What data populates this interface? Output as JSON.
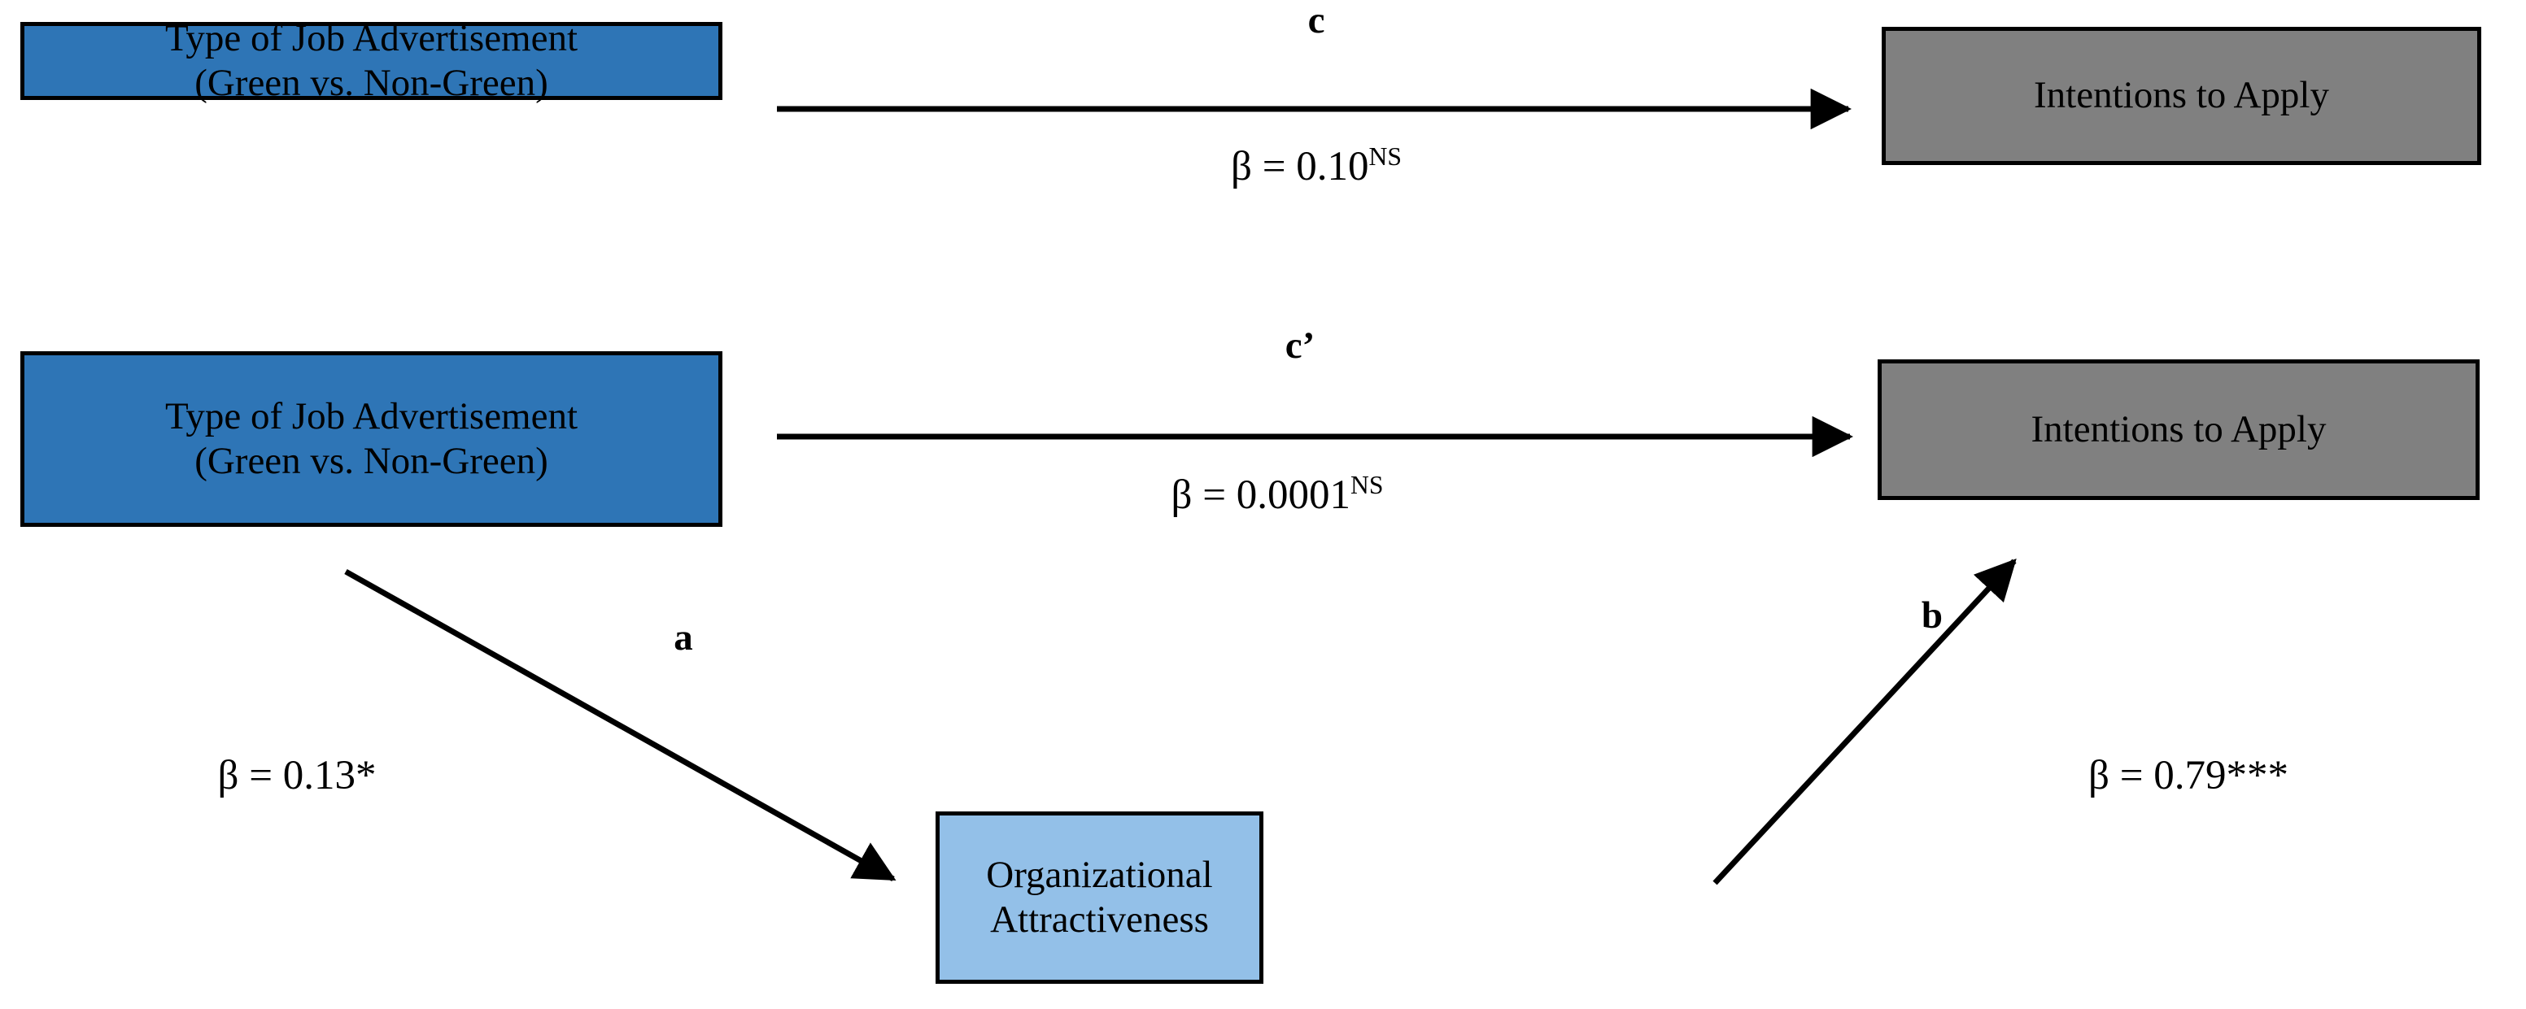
{
  "diagram": {
    "title": "Mediation model: Type of Job Advertisement, Organizational Attractiveness, Intentions to Apply",
    "colors": {
      "predictor_fill": "#2E75B6",
      "mediator_fill": "#93C0E8",
      "outcome_fill": "#808080",
      "border": "#000000",
      "edge": "#000000",
      "background": "#FFFFFF"
    },
    "nodes": {
      "predictor_top": {
        "line1": "Type of Job Advertisement",
        "line2": "(Green vs. Non-Green)"
      },
      "predictor_bottom": {
        "line1": "Type of Job Advertisement",
        "line2": "(Green vs. Non-Green)"
      },
      "outcome_top": {
        "line1": "Intentions to Apply"
      },
      "outcome_bottom": {
        "line1": "Intentions to Apply"
      },
      "mediator": {
        "line1": "Organizational",
        "line2": "Attractiveness"
      }
    },
    "paths": {
      "c": {
        "label": "c",
        "coefficient_prefix": "β = 0.10",
        "coefficient_superscript": "NS",
        "beta": 0.1,
        "significance": "NS",
        "from": "predictor_top",
        "to": "outcome_top"
      },
      "c_prime": {
        "label": "c’",
        "coefficient_prefix": "β = 0.0001",
        "coefficient_superscript": "NS",
        "beta": 0.0001,
        "significance": "NS",
        "from": "predictor_bottom",
        "to": "outcome_bottom"
      },
      "a": {
        "label": "a",
        "coefficient_prefix": "β = 0.13*",
        "coefficient_superscript": "",
        "beta": 0.13,
        "significance": "*",
        "from": "predictor_bottom",
        "to": "mediator"
      },
      "b": {
        "label": "b",
        "coefficient_prefix": "β = 0.79***",
        "coefficient_superscript": "",
        "beta": 0.79,
        "significance": "***",
        "from": "mediator",
        "to": "outcome_bottom"
      }
    }
  }
}
